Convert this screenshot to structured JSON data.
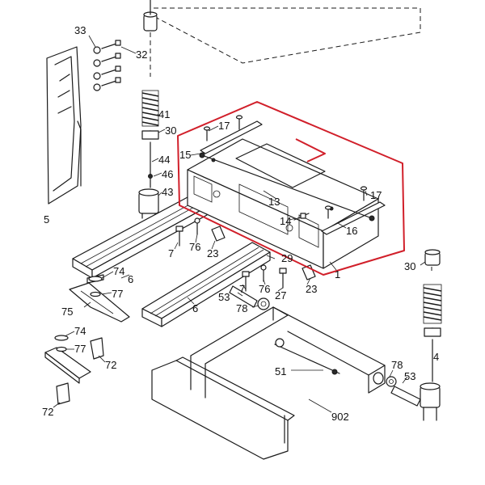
{
  "highlight_color": "#d11f2a",
  "callouts": {
    "c33": "33",
    "c32": "32",
    "c41": "41",
    "c30a": "30",
    "c44": "44",
    "c46": "46",
    "c43": "43",
    "c5": "5",
    "c17a": "17",
    "c15": "15",
    "c13": "13",
    "c17b": "17",
    "c14": "14",
    "c16": "16",
    "c1": "1",
    "c7a": "7",
    "c76a": "76",
    "c23a": "23",
    "c74a": "74",
    "c6a": "6",
    "c29": "29",
    "c77a": "77",
    "c75": "75",
    "c7b": "7",
    "c76b": "76",
    "c23b": "23",
    "c53a": "53",
    "c27": "27",
    "c78a": "78",
    "c6b": "6",
    "c30b": "30",
    "c74b": "74",
    "c77b": "77",
    "c72a": "72",
    "c51": "51",
    "c78b": "78",
    "c53b": "53",
    "c902": "902",
    "c72b": "72",
    "c4": "4"
  }
}
